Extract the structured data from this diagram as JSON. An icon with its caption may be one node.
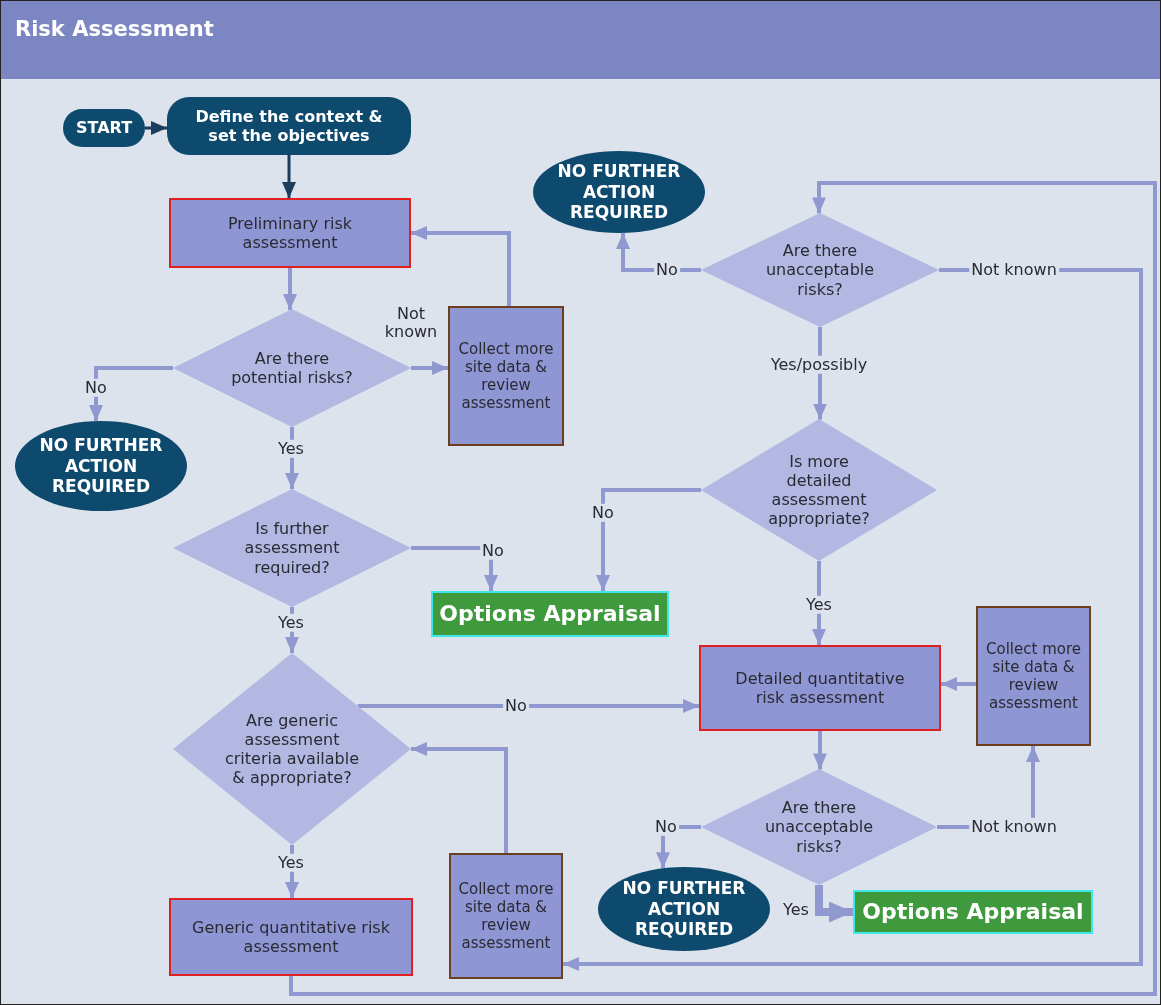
{
  "diagram": {
    "title": "Risk Assessment",
    "nodes": [
      {
        "text": [
          "START"
        ]
      },
      {
        "text": [
          "Define the context & set the objectives"
        ]
      },
      {
        "text": [
          "NO FURTHER ACTION REQUIRED"
        ]
      },
      {
        "text": [
          "Preliminary risk assessment"
        ]
      },
      {
        "text": [
          "Are there unacceptable risks?"
        ]
      },
      {
        "text": [
          "Are there potential risks?"
        ]
      },
      {
        "text": [
          "Collect more site data & review assessment"
        ]
      },
      {
        "text": [
          "NO FURTHER ACTION REQUIRED"
        ]
      },
      {
        "text": [
          "Is more detailed assessment appropriate?"
        ]
      },
      {
        "text": [
          "Is further assessment required?"
        ]
      },
      {
        "text": [
          "Options Appraisal"
        ]
      },
      {
        "text": [
          "Collect more site data & review assessment"
        ]
      },
      {
        "text": [
          "Detailed quantitative risk assessment"
        ]
      },
      {
        "text": [
          "Are generic assessment criteria available & appropriate?"
        ]
      },
      {
        "text": [
          "Are there unacceptable risks?"
        ]
      },
      {
        "text": [
          "NO FURTHER ACTION REQUIRED"
        ]
      },
      {
        "text": [
          "Options Appraisal"
        ]
      },
      {
        "text": [
          "Collect more site data & review assessment"
        ]
      },
      {
        "text": [
          "Generic quantitative risk assessment"
        ]
      }
    ],
    "edges": [
      {
        "from": 0,
        "to": 1,
        "arrow": "to",
        "color": "#1b3d5e"
      },
      {
        "from": 1,
        "to": 3,
        "arrow": "to",
        "color": "#1b3d5e"
      },
      {
        "from": 3,
        "to": 5,
        "arrow": "to"
      },
      {
        "from": 5,
        "to": 7,
        "arrow": "to",
        "label": "No"
      },
      {
        "from": 5,
        "to": 6,
        "arrow": "to",
        "label": "Not known"
      },
      {
        "from": 5,
        "to": 9,
        "arrow": "to",
        "label": "Yes"
      },
      {
        "from": 6,
        "to": 3,
        "arrow": "to"
      },
      {
        "from": 9,
        "to": 10,
        "arrow": "to",
        "label": "No"
      },
      {
        "from": 9,
        "to": 13,
        "arrow": "to",
        "label": "Yes"
      },
      {
        "from": 13,
        "to": 12,
        "arrow": "to",
        "label": "No"
      },
      {
        "from": 13,
        "to": 18,
        "arrow": "to",
        "label": "Yes"
      },
      {
        "from": 18,
        "to": 4,
        "arrow": "to"
      },
      {
        "from": 4,
        "to": 2,
        "arrow": "to",
        "label": "No"
      },
      {
        "from": 4,
        "to": 8,
        "arrow": "to",
        "label": "Yes/possibly"
      },
      {
        "from": 4,
        "to": 17,
        "arrow": "to",
        "label": "Not known"
      },
      {
        "from": 8,
        "to": 10,
        "arrow": "to",
        "label": "No"
      },
      {
        "from": 8,
        "to": 12,
        "arrow": "to",
        "label": "Yes"
      },
      {
        "from": 12,
        "to": 14,
        "arrow": "to"
      },
      {
        "from": 14,
        "to": 15,
        "arrow": "to",
        "label": "No"
      },
      {
        "from": 14,
        "to": 11,
        "arrow": "to",
        "label": "Not known"
      },
      {
        "from": 14,
        "to": 16,
        "arrow": "to",
        "label": "Yes",
        "style": "thick"
      },
      {
        "from": 11,
        "to": 12,
        "arrow": "to"
      },
      {
        "from": 17,
        "to": 13,
        "arrow": "to"
      }
    ]
  }
}
